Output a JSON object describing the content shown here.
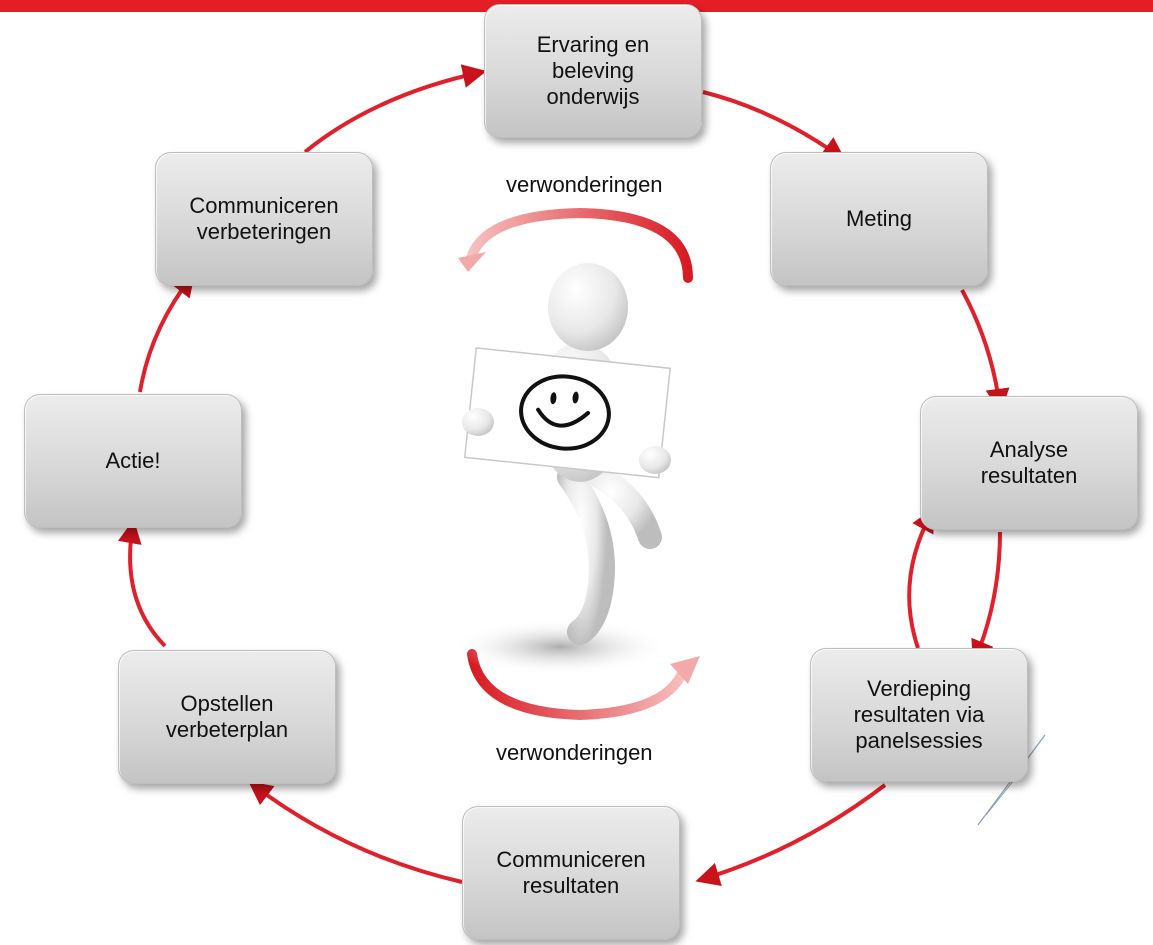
{
  "nodes": {
    "ervaring": "Ervaring en\nbeleving\nonderwijs",
    "meting": "Meting",
    "analyse": "Analyse\nresultaten",
    "verdieping": "Verdieping\nresultaten via\npanelsessies",
    "comm_resultaten": "Communiceren\nresultaten",
    "opstellen": "Opstellen\nverbeterplan",
    "actie": "Actie!",
    "comm_verbeteringen": "Communiceren\nverbeteringen"
  },
  "labels": {
    "top": "verwonderingen",
    "bottom": "verwonderingen"
  },
  "colors": {
    "accent": "#e41e26",
    "arrow": "#e0202a",
    "box": "#d8d8d8"
  },
  "icons": {
    "center": "stick-figure-with-smiley-sign-icon"
  }
}
